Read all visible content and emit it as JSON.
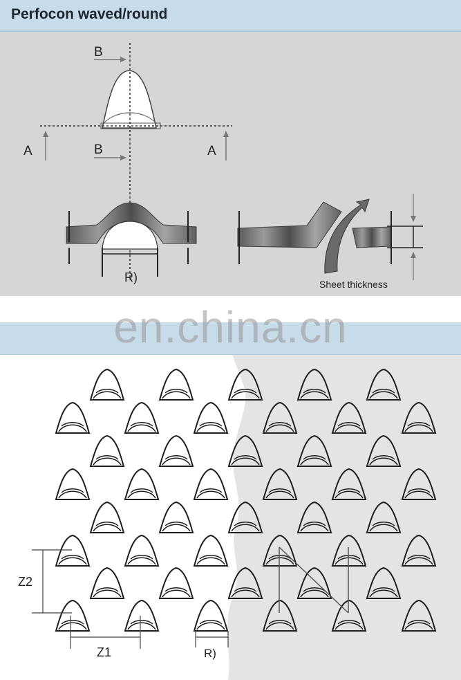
{
  "header": {
    "title": "Perfocon waved/round"
  },
  "labels": {
    "b_top": "B",
    "b_mid": "B",
    "a_left": "A",
    "a_right": "A",
    "r_section": "R)",
    "sheet_thickness": "Sheet thickness",
    "z2": "Z2",
    "z1": "Z1",
    "r_pattern": "R)"
  },
  "watermark": "en.china.cn",
  "colors": {
    "header_bg": "#c7dbe8",
    "panel_bg": "#d4d6d8",
    "pattern_shade": "#e2e4e6",
    "line": "#1e1e1e",
    "metal": "#6e6e6e"
  }
}
